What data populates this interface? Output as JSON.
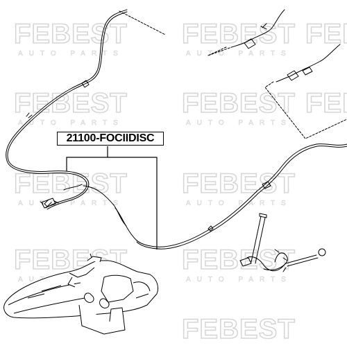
{
  "part_number": "21100-FOCIIDISC",
  "watermark": {
    "brand": "FEBEST",
    "tagline": "AUTO PARTS",
    "color": "#dcdcdc"
  },
  "colors": {
    "line": "#000000",
    "background": "#ffffff"
  }
}
